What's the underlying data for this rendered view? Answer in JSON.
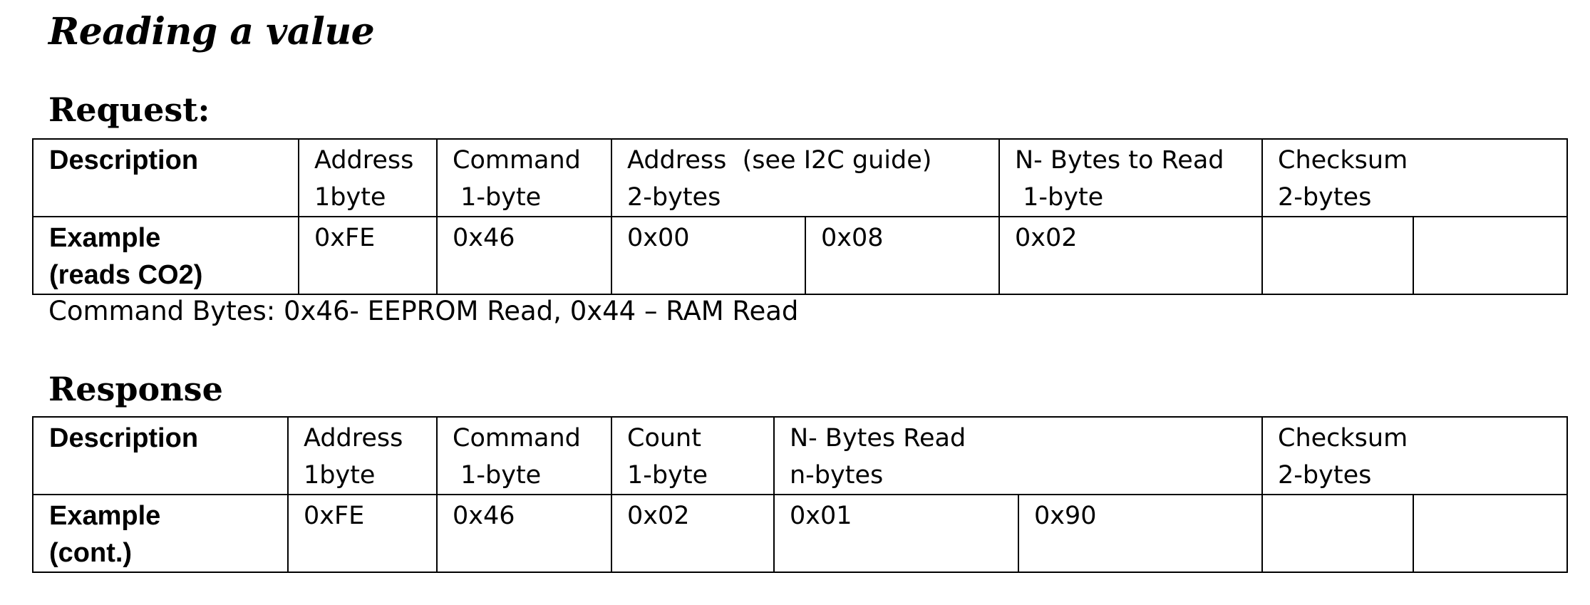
{
  "title": "Reading a value",
  "request": {
    "heading": "Request:",
    "header_row": {
      "label": "Description",
      "address": [
        "Address",
        "1byte"
      ],
      "command": [
        "Command",
        " 1-byte"
      ],
      "reg_address": [
        "Address  (see I2C guide)",
        "2-bytes"
      ],
      "n_bytes": [
        "N- Bytes to Read",
        " 1-byte"
      ],
      "checksum": [
        "Checksum",
        "2-bytes"
      ]
    },
    "example_row": {
      "label": [
        "Example",
        "(reads CO2)"
      ],
      "address": "0xFE",
      "command": "0x46",
      "reg_address_hi": "0x00",
      "reg_address_lo": "0x08",
      "n_bytes": "0x02",
      "checksum_hi": "",
      "checksum_lo": ""
    }
  },
  "note": "Command Bytes: 0x46- EEPROM Read, 0x44 – RAM Read",
  "response": {
    "heading": "Response",
    "header_row": {
      "label": "Description",
      "address": [
        "Address",
        "1byte"
      ],
      "command": [
        "Command",
        " 1-byte"
      ],
      "count": [
        "Count",
        "1-byte"
      ],
      "n_bytes": [
        "N- Bytes Read",
        "n-bytes"
      ],
      "checksum": [
        "Checksum",
        "2-bytes"
      ]
    },
    "example_row": {
      "label": [
        "Example",
        "(cont.)"
      ],
      "address": "0xFE",
      "command": "0x46",
      "count": "0x02",
      "data_1": "0x01",
      "data_2": "0x90",
      "checksum_hi": "",
      "checksum_lo": ""
    }
  }
}
